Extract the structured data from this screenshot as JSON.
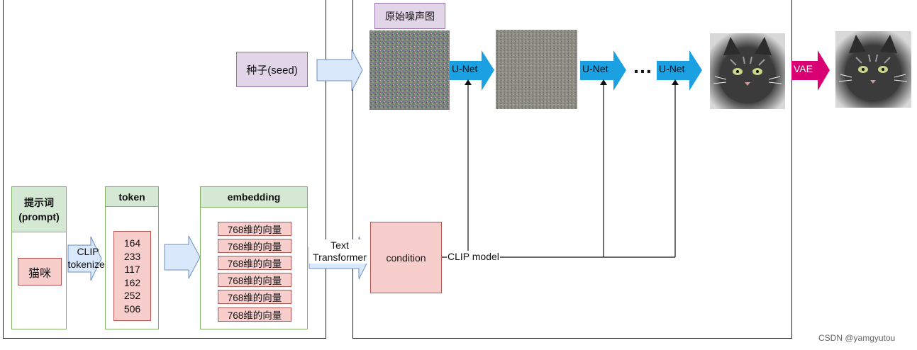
{
  "seed": {
    "label": "种子(seed)"
  },
  "noise_label": "原始噪声图",
  "prompt_panel": {
    "title": "提示词\n(prompt)",
    "word": "猫咪"
  },
  "tokenizer_label": "CLIP\ntokenizer",
  "token_panel": {
    "title": "token",
    "values": [
      "164",
      "233",
      "117",
      "162",
      "252",
      "506"
    ]
  },
  "embedding_panel": {
    "title": "embedding",
    "items": [
      "768维的向量",
      "768维的向量",
      "768维的向量",
      "768维的向量",
      "768维的向量",
      "768维的向量"
    ]
  },
  "text_transformer_label": "Text\nTransformer",
  "condition_label": "condition",
  "clip_model_label": "CLIP model",
  "unet_labels": [
    "U-Net",
    "U-Net",
    "U-Net"
  ],
  "ellipsis": "…",
  "vae_label": "VAE",
  "watermark": "CSDN @yamgyutou",
  "colors": {
    "unet_arrow": "#1ba1e2",
    "vae_arrow": "#d80073",
    "block_arrow": "#dae8fc",
    "block_arrow_border": "#6c8ebf"
  }
}
